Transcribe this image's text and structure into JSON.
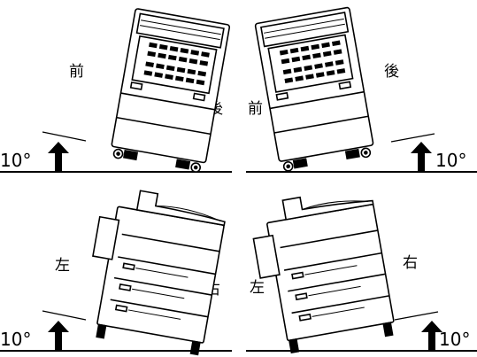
{
  "panels": [
    {
      "id": "top-left",
      "labels": {
        "near": "前",
        "far": "後"
      },
      "angle": "10°"
    },
    {
      "id": "top-right",
      "labels": {
        "near": "前",
        "far": "後"
      },
      "angle": "10°"
    },
    {
      "id": "bottom-left",
      "labels": {
        "near": "左",
        "far": "右"
      },
      "angle": "10°"
    },
    {
      "id": "bottom-right",
      "labels": {
        "near": "左",
        "far": "右"
      },
      "angle": "10°"
    }
  ],
  "colors": {
    "ink": "#000000",
    "paper": "#ffffff",
    "shade": "#dddddd"
  }
}
